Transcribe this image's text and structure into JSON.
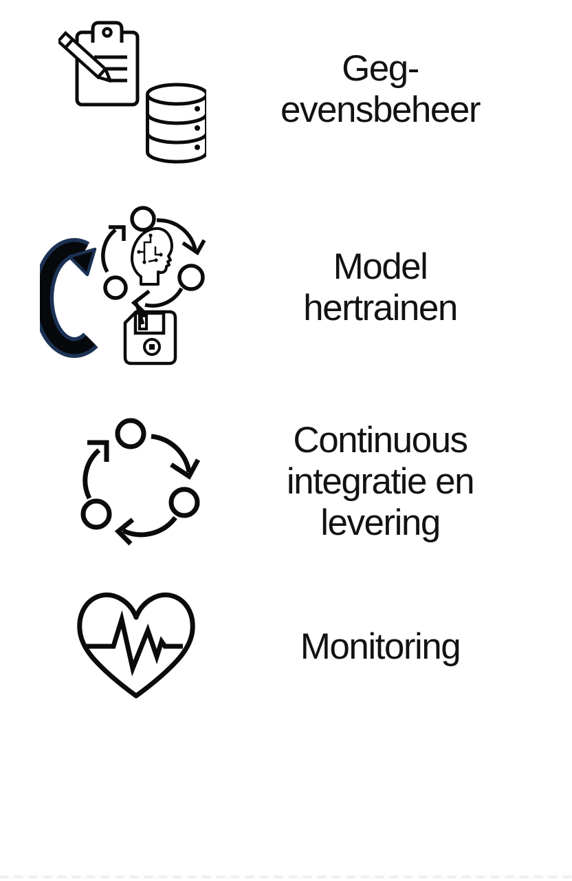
{
  "page": {
    "background": "#ffffff"
  },
  "colors": {
    "icon_stroke": "#0b0b0b",
    "text": "#121212",
    "retrain_arrow_outline": "#1c3254",
    "retrain_arrow_fill": "#06080c"
  },
  "rows": [
    {
      "id": "data-management",
      "icon": "clipboard-pencil-and-database-icon",
      "label_lines": [
        "Geg-",
        "evensbeheer"
      ]
    },
    {
      "id": "model-retrain",
      "icon": "retrain-cycle-icon",
      "label_lines": [
        "Model",
        "hertrainen"
      ]
    },
    {
      "id": "ci-cd",
      "icon": "cycle-arrows-icon",
      "label_lines": [
        "Continuous",
        "integratie en",
        "levering"
      ]
    },
    {
      "id": "monitoring",
      "icon": "heart-pulse-icon",
      "label_lines": [
        "Monitoring"
      ]
    }
  ]
}
